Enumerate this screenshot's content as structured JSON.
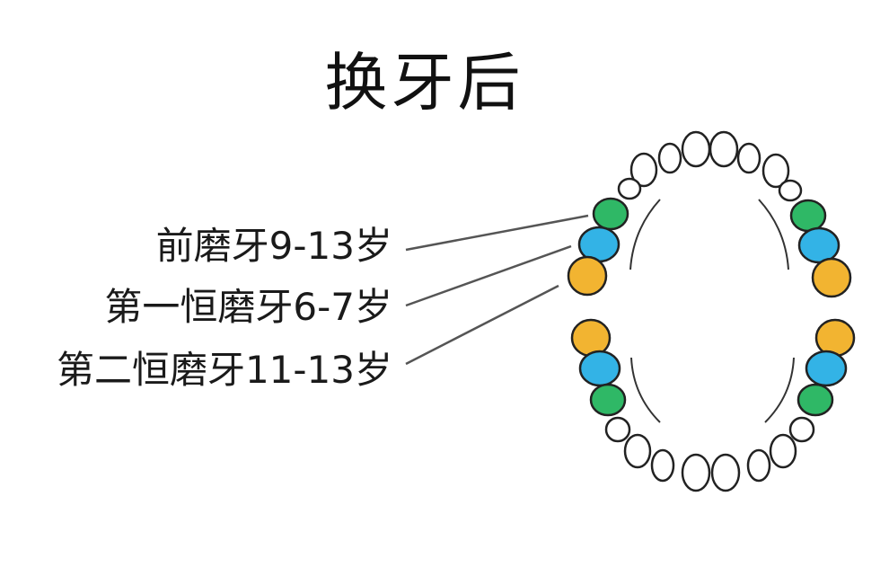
{
  "title": "换牙后",
  "labels": [
    {
      "text": "前磨牙9-13岁",
      "color": "#2fb866"
    },
    {
      "text": "第一恒磨牙6-7岁",
      "color": "#33b3e6"
    },
    {
      "text": "第二恒磨牙11-13岁",
      "color": "#f2b431"
    }
  ],
  "colors": {
    "premolar": "#2fb866",
    "first_molar": "#33b3e6",
    "second_molar": "#f2b431",
    "tooth_white": "#ffffff",
    "outline": "#222222"
  }
}
